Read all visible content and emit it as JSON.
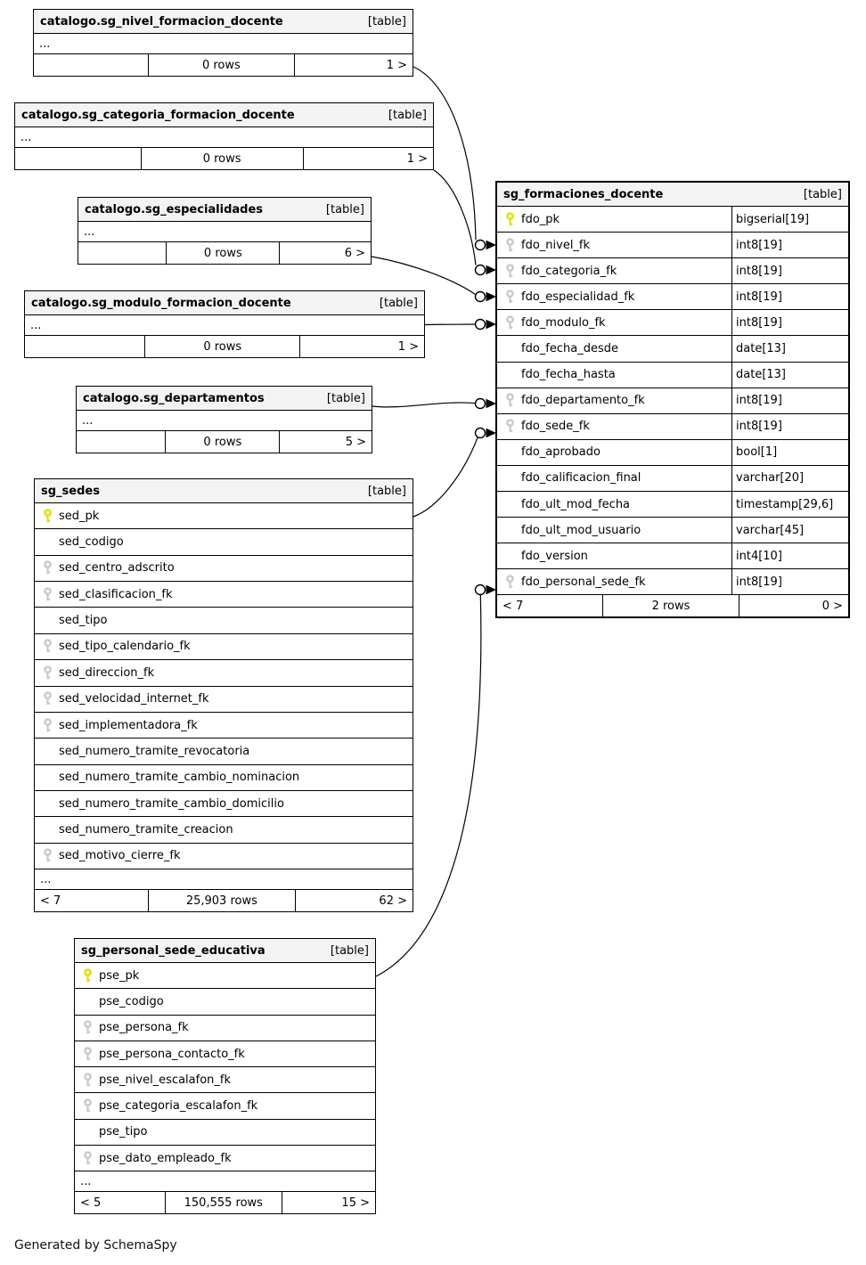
{
  "diagram": {
    "credit": "Generated by SchemaSpy"
  },
  "colors": {
    "header_bg": "#f3f3f3",
    "border": "#000000",
    "pk_key": "#dfdf00",
    "fk_key": "#c9c9c9"
  },
  "tables": [
    {
      "title": "catalogo.sg_nivel_formacion_docente",
      "badge": "[table]",
      "columns": [],
      "ellipsis": "...",
      "footer": {
        "left": "",
        "center": "0 rows",
        "right": "1 >"
      }
    },
    {
      "title": "catalogo.sg_categoria_formacion_docente",
      "badge": "[table]",
      "columns": [],
      "ellipsis": "...",
      "footer": {
        "left": "",
        "center": "0 rows",
        "right": "1 >"
      }
    },
    {
      "title": "catalogo.sg_especialidades",
      "badge": "[table]",
      "columns": [],
      "ellipsis": "...",
      "footer": {
        "left": "",
        "center": "0 rows",
        "right": "6 >"
      }
    },
    {
      "title": "catalogo.sg_modulo_formacion_docente",
      "badge": "[table]",
      "columns": [],
      "ellipsis": "...",
      "footer": {
        "left": "",
        "center": "0 rows",
        "right": "1 >"
      }
    },
    {
      "title": "catalogo.sg_departamentos",
      "badge": "[table]",
      "columns": [],
      "ellipsis": "...",
      "footer": {
        "left": "",
        "center": "0 rows",
        "right": "5 >"
      }
    },
    {
      "title": "sg_sedes",
      "badge": "[table]",
      "columns": [
        {
          "name": "sed_pk",
          "key": "pk"
        },
        {
          "name": "sed_codigo",
          "key": null
        },
        {
          "name": "sed_centro_adscrito",
          "key": "fk"
        },
        {
          "name": "sed_clasificacion_fk",
          "key": "fk"
        },
        {
          "name": "sed_tipo",
          "key": null
        },
        {
          "name": "sed_tipo_calendario_fk",
          "key": "fk"
        },
        {
          "name": "sed_direccion_fk",
          "key": "fk"
        },
        {
          "name": "sed_velocidad_internet_fk",
          "key": "fk"
        },
        {
          "name": "sed_implementadora_fk",
          "key": "fk"
        },
        {
          "name": "sed_numero_tramite_revocatoria",
          "key": null
        },
        {
          "name": "sed_numero_tramite_cambio_nominacion",
          "key": null
        },
        {
          "name": "sed_numero_tramite_cambio_domicilio",
          "key": null
        },
        {
          "name": "sed_numero_tramite_creacion",
          "key": null
        },
        {
          "name": "sed_motivo_cierre_fk",
          "key": "fk"
        }
      ],
      "ellipsis": "...",
      "footer": {
        "left": "< 7",
        "center": "25,903 rows",
        "right": "62 >"
      }
    },
    {
      "title": "sg_personal_sede_educativa",
      "badge": "[table]",
      "columns": [
        {
          "name": "pse_pk",
          "key": "pk"
        },
        {
          "name": "pse_codigo",
          "key": null
        },
        {
          "name": "pse_persona_fk",
          "key": "fk"
        },
        {
          "name": "pse_persona_contacto_fk",
          "key": "fk"
        },
        {
          "name": "pse_nivel_escalafon_fk",
          "key": "fk"
        },
        {
          "name": "pse_categoria_escalafon_fk",
          "key": "fk"
        },
        {
          "name": "pse_tipo",
          "key": null
        },
        {
          "name": "pse_dato_empleado_fk",
          "key": "fk"
        }
      ],
      "ellipsis": "...",
      "footer": {
        "left": "< 5",
        "center": "150,555 rows",
        "right": "15 >"
      }
    },
    {
      "title": "sg_formaciones_docente",
      "badge": "[table]",
      "columns": [
        {
          "name": "fdo_pk",
          "type": "bigserial[19]",
          "key": "pk"
        },
        {
          "name": "fdo_nivel_fk",
          "type": "int8[19]",
          "key": "fk"
        },
        {
          "name": "fdo_categoria_fk",
          "type": "int8[19]",
          "key": "fk"
        },
        {
          "name": "fdo_especialidad_fk",
          "type": "int8[19]",
          "key": "fk"
        },
        {
          "name": "fdo_modulo_fk",
          "type": "int8[19]",
          "key": "fk"
        },
        {
          "name": "fdo_fecha_desde",
          "type": "date[13]",
          "key": null
        },
        {
          "name": "fdo_fecha_hasta",
          "type": "date[13]",
          "key": null
        },
        {
          "name": "fdo_departamento_fk",
          "type": "int8[19]",
          "key": "fk"
        },
        {
          "name": "fdo_sede_fk",
          "type": "int8[19]",
          "key": "fk"
        },
        {
          "name": "fdo_aprobado",
          "type": "bool[1]",
          "key": null
        },
        {
          "name": "fdo_calificacion_final",
          "type": "varchar[20]",
          "key": null
        },
        {
          "name": "fdo_ult_mod_fecha",
          "type": "timestamp[29,6]",
          "key": null
        },
        {
          "name": "fdo_ult_mod_usuario",
          "type": "varchar[45]",
          "key": null
        },
        {
          "name": "fdo_version",
          "type": "int4[10]",
          "key": null
        },
        {
          "name": "fdo_personal_sede_fk",
          "type": "int8[19]",
          "key": "fk"
        }
      ],
      "footer": {
        "left": "< 7",
        "center": "2 rows",
        "right": "0 >"
      }
    }
  ],
  "relationships": [
    {
      "from": "catalogo.sg_nivel_formacion_docente",
      "to": "sg_formaciones_docente.fdo_nivel_fk"
    },
    {
      "from": "catalogo.sg_categoria_formacion_docente",
      "to": "sg_formaciones_docente.fdo_categoria_fk"
    },
    {
      "from": "catalogo.sg_especialidades",
      "to": "sg_formaciones_docente.fdo_especialidad_fk"
    },
    {
      "from": "catalogo.sg_modulo_formacion_docente",
      "to": "sg_formaciones_docente.fdo_modulo_fk"
    },
    {
      "from": "catalogo.sg_departamentos",
      "to": "sg_formaciones_docente.fdo_departamento_fk"
    },
    {
      "from": "sg_sedes.sed_pk",
      "to": "sg_formaciones_docente.fdo_sede_fk"
    },
    {
      "from": "sg_personal_sede_educativa.pse_pk",
      "to": "sg_formaciones_docente.fdo_personal_sede_fk"
    }
  ]
}
